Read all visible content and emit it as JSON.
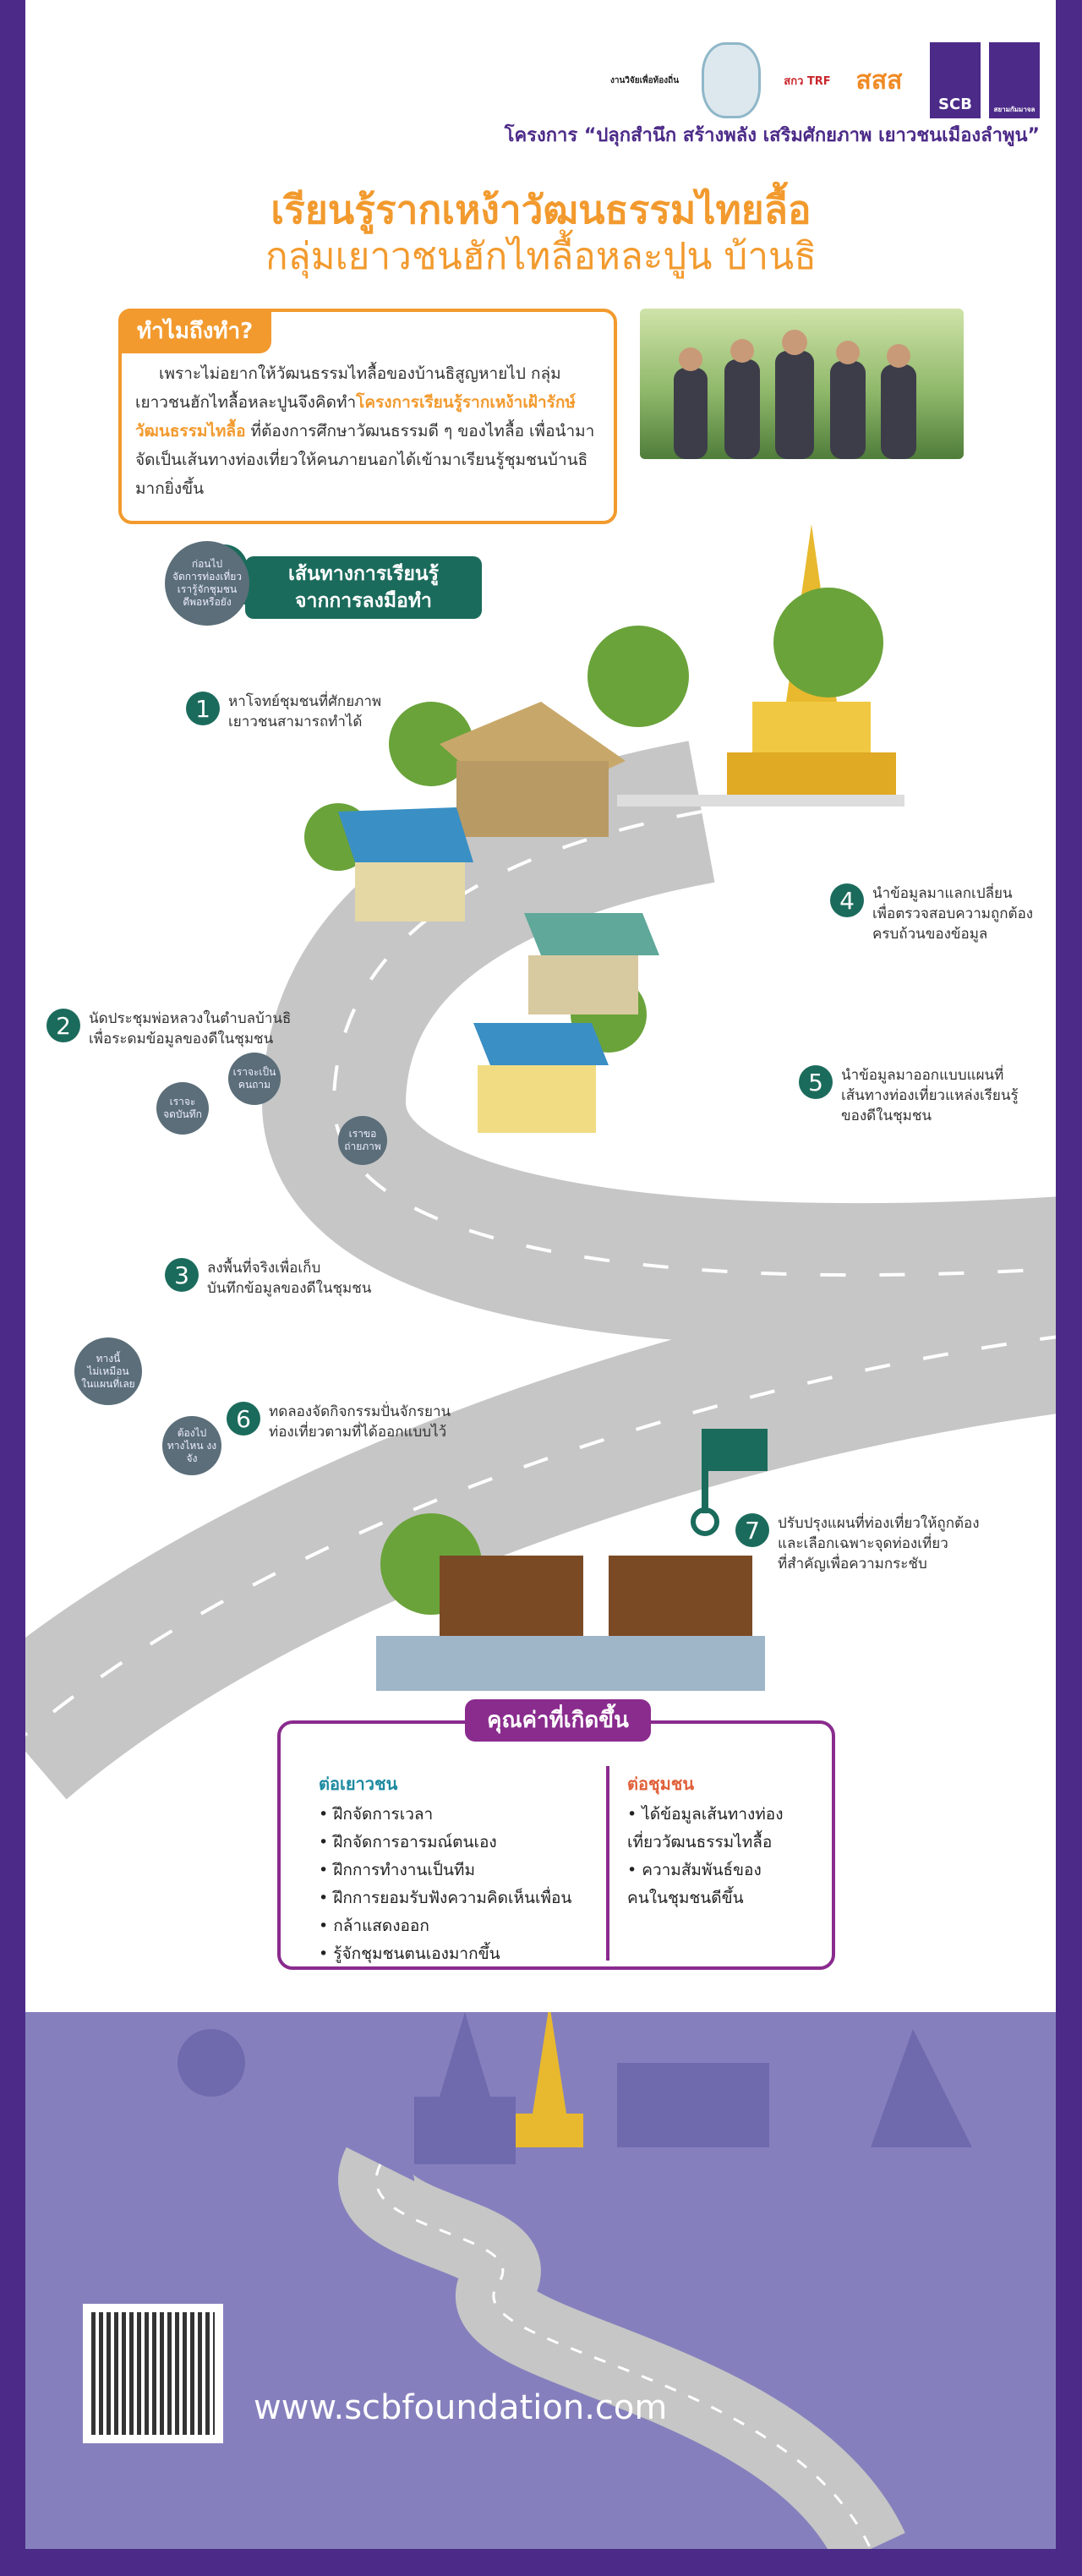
{
  "header": {
    "logos": [
      {
        "name": "research-local-logo",
        "text": "งานวิจัยเพื่อท้องถิ่น"
      },
      {
        "name": "lamphun-seal-logo",
        "text": ""
      },
      {
        "name": "trf-logo",
        "text": "สกว TRF"
      },
      {
        "name": "thaihealth-logo",
        "text": "สสส"
      },
      {
        "name": "scb-logo",
        "text": "SCB"
      },
      {
        "name": "siam-kammajol-logo",
        "text": "สยามกัมมาจล"
      }
    ],
    "project": "โครงการ “ปลุกสำนึก สร้างพลัง เสริมศักยภาพ เยาวชนเมืองลำพูน”"
  },
  "title": {
    "line1": "เรียนรู้รากเหง้าวัฒนธรรมไทยลื้อ",
    "line2": "กลุ่มเยาวชนฮักไทลื้อหละปูน บ้านธิ"
  },
  "why": {
    "label": "ทำไมถึงทำ?",
    "text_before": "เพราะไม่อยากให้วัฒนธรรมไทลื้อของบ้านธิสูญหายไป กลุ่มเยาวชนฮักไทลื้อหละปูนจึงคิดทำ",
    "highlight": "โครงการเรียนรู้รากเหง้าเฝ้ารักษ์วัฒนธรรมไทลื้อ",
    "text_after": " ที่ต้องการศึกษาวัฒนธรรมดี ๆ ของไทลื้อ เพื่อนำมาจัดเป็นเส้นทางท่องเที่ยวให้คนภายนอกได้เข้ามาเรียนรู้ชุมชนบ้านธิมากยิ่งขึ้น"
  },
  "route": {
    "title_line1": "เส้นทางการเรียนรู้",
    "title_line2": "จากการลงมือทำ"
  },
  "steps": [
    {
      "num": "1",
      "text": "หาโจทย์ชุมชนที่ศักยภาพ\nเยาวชนสามารถทำได้"
    },
    {
      "num": "2",
      "text": "นัดประชุมพ่อหลวงในตำบลบ้านธิ\nเพื่อระดมข้อมูลของดีในชุมชน"
    },
    {
      "num": "3",
      "text": "ลงพื้นที่จริงเพื่อเก็บ\nบันทึกข้อมูลของดีในชุมชน"
    },
    {
      "num": "4",
      "text": "นำข้อมูลมาแลกเปลี่ยน\nเพื่อตรวจสอบความถูกต้อง\nครบถ้วนของข้อมูล"
    },
    {
      "num": "5",
      "text": "นำข้อมูลมาออกแบบแผนที่\nเส้นทางท่องเที่ยวแหล่งเรียนรู้\nของดีในชุมชน"
    },
    {
      "num": "6",
      "text": "ทดลองจัดกิจกรรมปั่นจักรยาน\nท่องเที่ยวตามที่ได้ออกแบบไว้"
    },
    {
      "num": "7",
      "text": "ปรับปรุงแผนที่ท่องเที่ยวให้ถูกต้อง\nและเลือกเฉพาะจุดท่องเที่ยว\nที่สำคัญเพื่อความกระชับ"
    }
  ],
  "bubbles": [
    "ก่อนไป\nจัดการท่องเที่ยว\nเรารู้จักชุมชน\nดีพอหรือยัง",
    "เราจะ\nจดบันทึก",
    "เราจะเป็น\nคนถาม",
    "เราขอ\nถ่ายภาพ",
    "ทางนี้\nไม่เหมือน\nในแผนที่เลย",
    "ต้องไป\nทางไหน งงจัง"
  ],
  "values": {
    "title": "คุณค่าที่เกิดขึ้น",
    "youth": {
      "heading": "ต่อเยาวชน",
      "items": [
        "ฝึกจัดการเวลา",
        "ฝึกจัดการอารมณ์ตนเอง",
        "ฝึกการทำงานเป็นทีม",
        "ฝึกการยอมรับฟังความคิดเห็นเพื่อน",
        "กล้าแสดงออก",
        "รู้จักชุมชนตนเองมากขึ้น"
      ]
    },
    "community": {
      "heading": "ต่อชุมชน",
      "items": [
        "ได้ข้อมูลเส้นทางท่องเที่ยววัฒนธรรมไทลื้อ",
        "ความสัมพันธ์ของคนในชุมชนดีขึ้น"
      ]
    }
  },
  "footer": {
    "url": "www.scbfoundation.com"
  },
  "colors": {
    "purple": "#4c2a88",
    "orange": "#f29a2e",
    "green": "#1b6b5c",
    "magenta": "#8a2b8e",
    "lavender": "#8580bd",
    "road": "#c6c6c6"
  }
}
